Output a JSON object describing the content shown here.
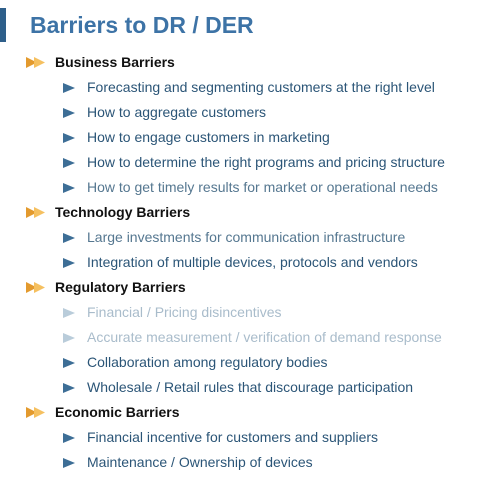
{
  "title": "Barriers to DR / DER",
  "colors": {
    "title": "#3d73a6",
    "accent_bar": "#2e5f8a",
    "section_arrow_back": "#e39a2e",
    "section_arrow_front": "#f5c060",
    "item_arrow": "#3d6e96",
    "item_arrow_dim": "#b9ccda",
    "item_text": "#2b5577",
    "item_text_dim": "#a9bccb"
  },
  "sections": [
    {
      "heading": "Business Barriers",
      "items": [
        "Forecasting and segmenting customers at the right level",
        "How to aggregate customers",
        "How to engage customers in marketing",
        "How to determine the right programs and pricing structure",
        "How to get timely results for market or operational needs"
      ]
    },
    {
      "heading": "Technology Barriers",
      "items": [
        "Large investments for communication infrastructure",
        "Integration of multiple devices, protocols and vendors"
      ]
    },
    {
      "heading": "Regulatory Barriers",
      "items": [
        "Financial / Pricing disincentives",
        "Accurate measurement / verification of demand response",
        "Collaboration among regulatory bodies",
        "Wholesale / Retail rules that discourage participation"
      ]
    },
    {
      "heading": "Economic Barriers",
      "items": [
        "Financial incentive for customers and suppliers",
        "Maintenance / Ownership of devices"
      ]
    }
  ]
}
